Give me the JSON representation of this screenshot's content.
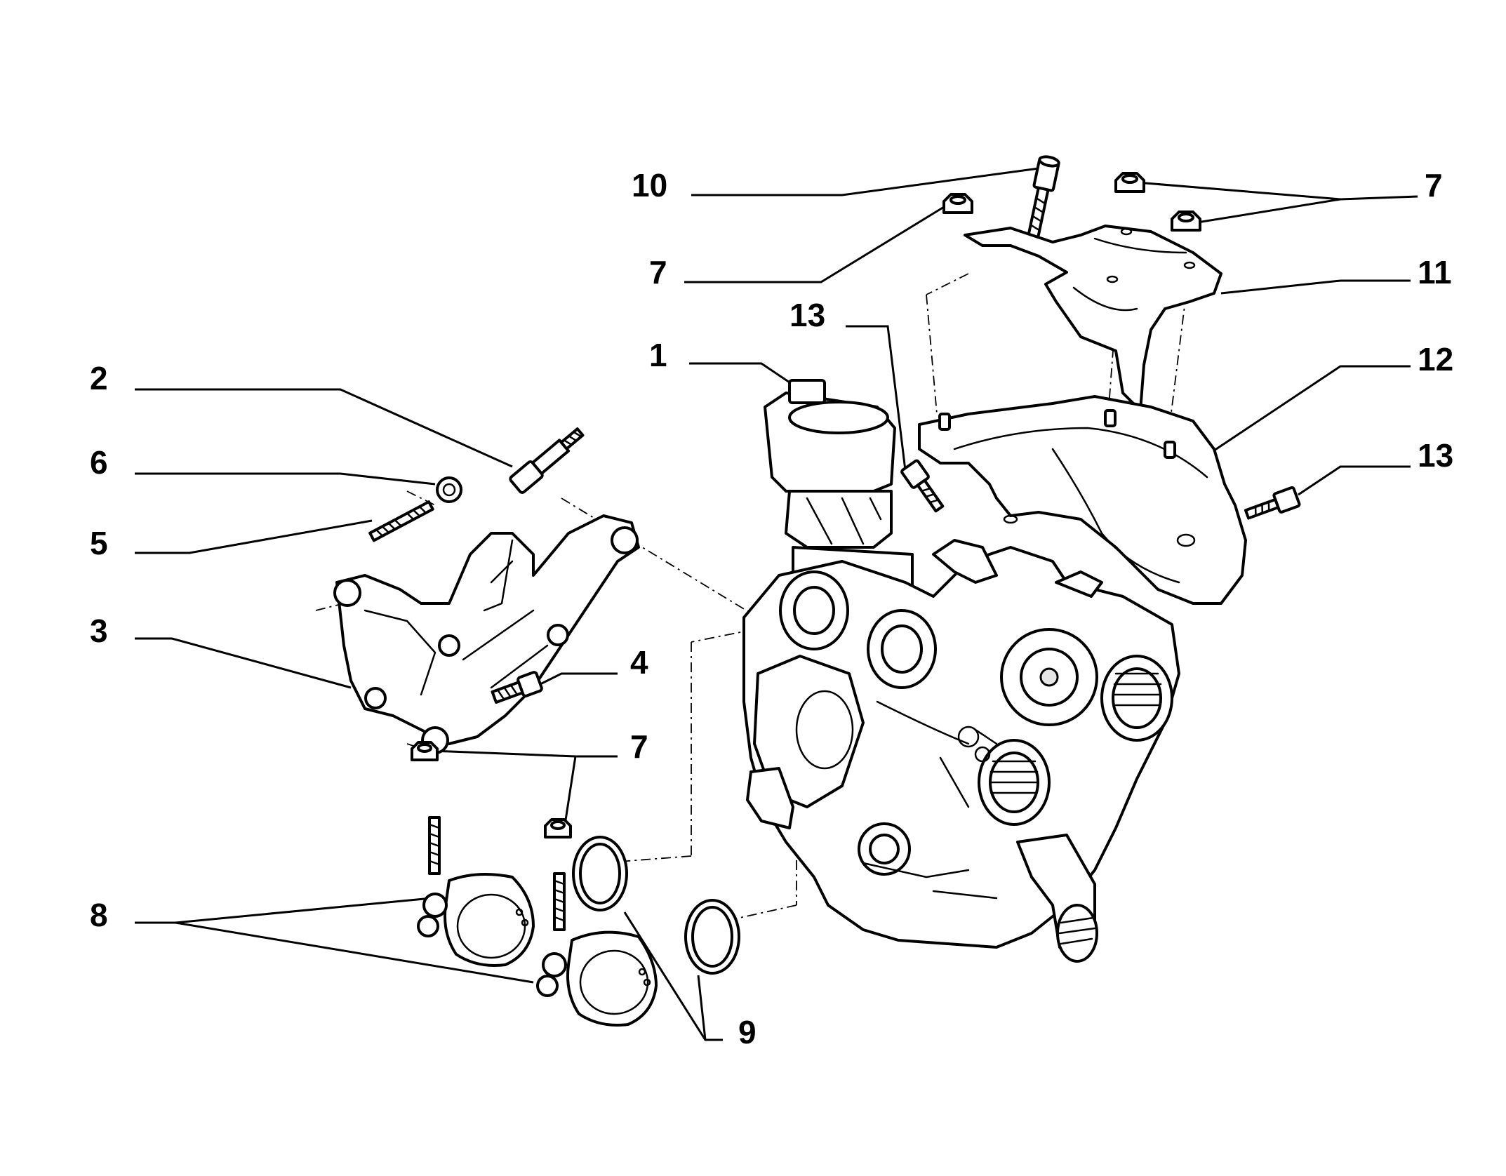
{
  "callouts": [
    {
      "id": "c10",
      "number": "10"
    },
    {
      "id": "c7a",
      "number": "7"
    },
    {
      "id": "c7b",
      "number": "7"
    },
    {
      "id": "c11",
      "number": "11"
    },
    {
      "id": "c13a",
      "number": "13"
    },
    {
      "id": "c1",
      "number": "1"
    },
    {
      "id": "c12",
      "number": "12"
    },
    {
      "id": "c2",
      "number": "2"
    },
    {
      "id": "c13b",
      "number": "13"
    },
    {
      "id": "c6",
      "number": "6"
    },
    {
      "id": "c5",
      "number": "5"
    },
    {
      "id": "c3",
      "number": "3"
    },
    {
      "id": "c4",
      "number": "4"
    },
    {
      "id": "c7c",
      "number": "7"
    },
    {
      "id": "c8",
      "number": "8"
    },
    {
      "id": "c9",
      "number": "9"
    }
  ]
}
